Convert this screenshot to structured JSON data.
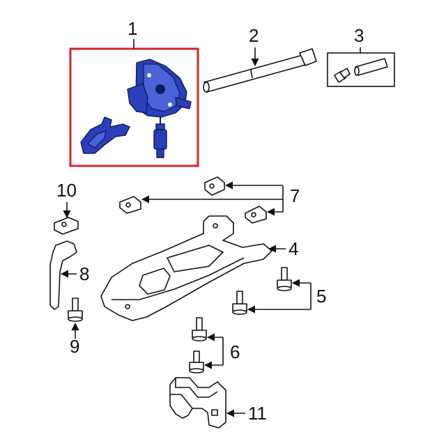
{
  "callouts": {
    "c1": "1",
    "c2": "2",
    "c3": "3",
    "c4": "4",
    "c5": "5",
    "c6": "6",
    "c7": "7",
    "c8": "8",
    "c9": "9",
    "c10": "10",
    "c11": "11"
  },
  "colors": {
    "highlight_border": "#d1262c",
    "highlighted_part_fill": "#2a3fb8"
  }
}
